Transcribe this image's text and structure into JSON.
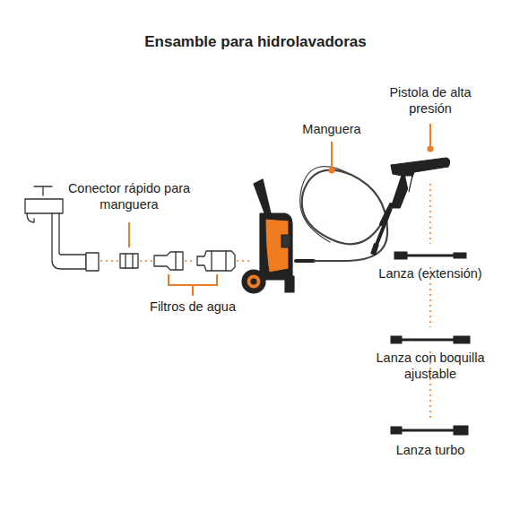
{
  "diagram": {
    "title": "Ensamble para hidrolavadoras",
    "labels": [
      "Conector rápido para manguera",
      "Filtros de agua",
      "Manguera",
      "Pistola de alta presión",
      "Lanza (extensión)",
      "Lanza con boquilla ajustable",
      "Lanza turbo"
    ]
  }
}
